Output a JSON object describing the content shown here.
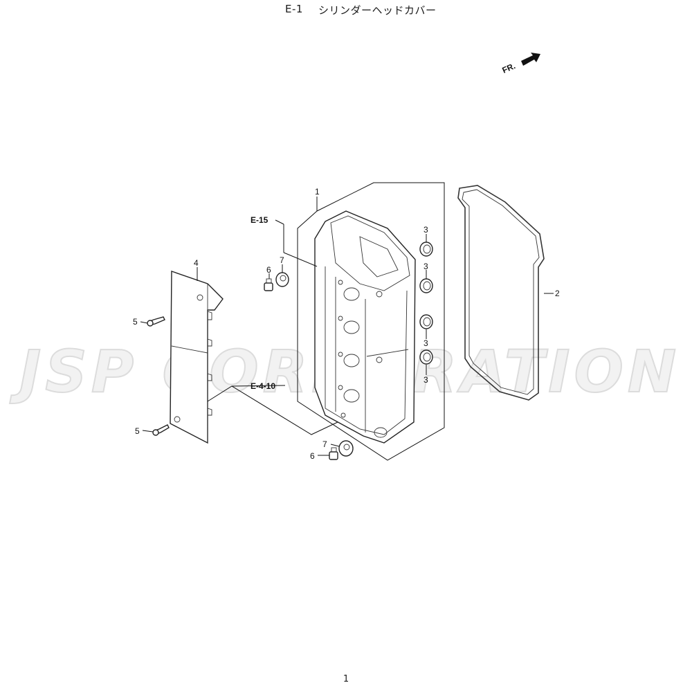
{
  "header": {
    "section": "E-1",
    "title": "シリンダーヘッドカバー"
  },
  "watermark": "JSP CORPORATION",
  "direction_marker": "FR.",
  "refs": {
    "ref_top": "E-15",
    "ref_bottom": "E-4-10"
  },
  "callouts": {
    "c1": "1",
    "c2": "2",
    "c3a": "3",
    "c3b": "3",
    "c3c": "3",
    "c3d": "3",
    "c4": "4",
    "c5a": "5",
    "c5b": "5",
    "c6a": "6",
    "c6b": "6",
    "c7a": "7",
    "c7b": "7"
  },
  "page_number": "1"
}
